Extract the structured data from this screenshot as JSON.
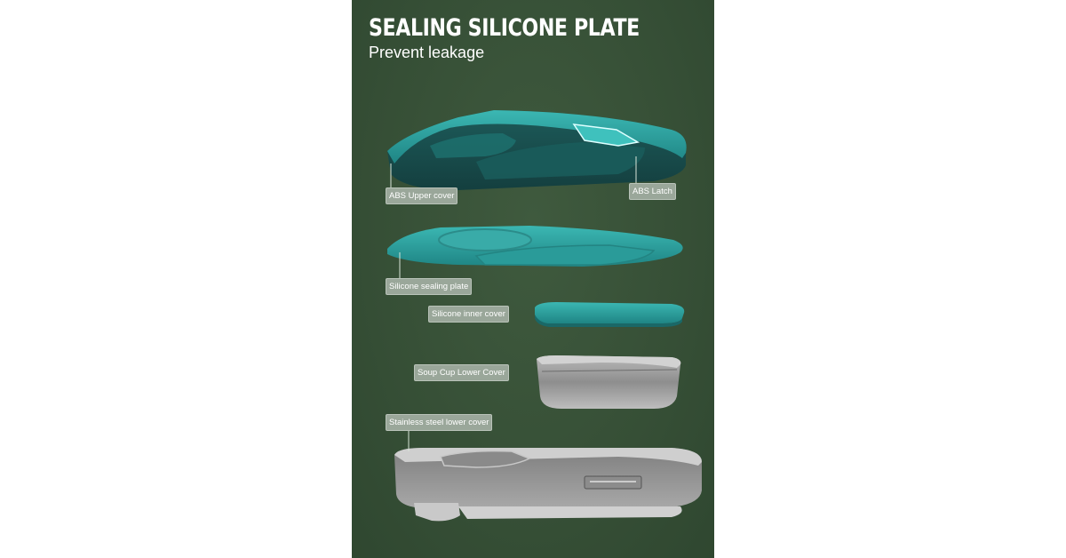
{
  "header": {
    "title": "SEALING SILICONE PLATE",
    "subtitle": "Prevent leakage"
  },
  "labels": {
    "abs_upper_cover": "ABS Upper cover",
    "abs_latch": "ABS Latch",
    "silicone_sealing_plate": "Silicone sealing plate",
    "silicone_inner_cover": "Silicone inner cover",
    "soup_cup_lower_cover": "Soup Cup Lower Cover",
    "stainless_steel_lower_cover": "Stainless steel lower cover"
  },
  "colors": {
    "background": "#364f36",
    "teal": "#2a9b9a",
    "steel": "#9a9a9a"
  }
}
